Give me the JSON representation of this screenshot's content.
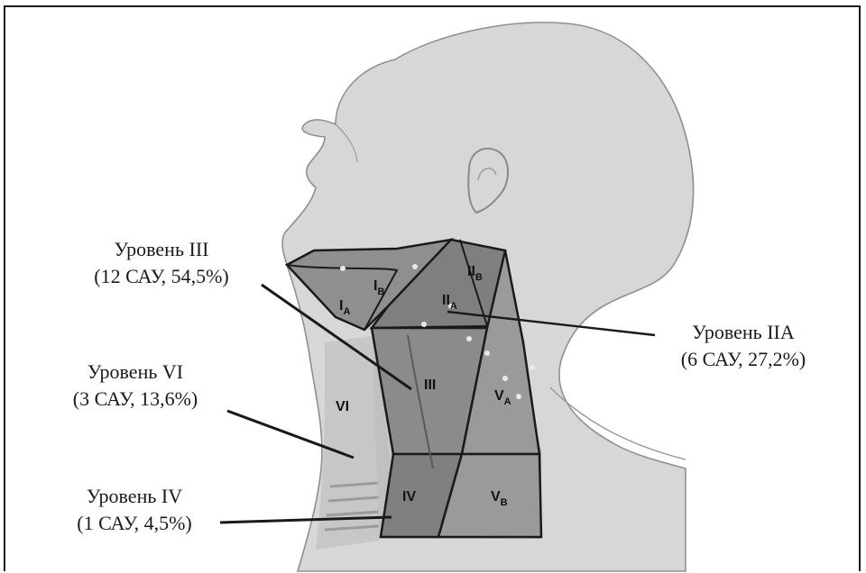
{
  "callouts": {
    "level_iii": {
      "line1": "Уровень III",
      "line2": "(12 САУ, 54,5%)"
    },
    "level_vi": {
      "line1": "Уровень VI",
      "line2": "(3 САУ, 13,6%)"
    },
    "level_iv": {
      "line1": "Уровень IV",
      "line2": "(1 САУ, 4,5%)"
    },
    "level_iia": {
      "line1": "Уровень IIA",
      "line2": "(6 САУ, 27,2%)"
    }
  },
  "zones": {
    "ia": {
      "main": "I",
      "sub": "A"
    },
    "ib": {
      "main": "I",
      "sub": "B"
    },
    "iia": {
      "main": "II",
      "sub": "A"
    },
    "iib": {
      "main": "II",
      "sub": "B"
    },
    "iii": {
      "main": "III"
    },
    "iv": {
      "main": "IV"
    },
    "va": {
      "main": "V",
      "sub": "A"
    },
    "vb": {
      "main": "V",
      "sub": "B"
    },
    "vi": {
      "main": "VI"
    }
  },
  "colors": {
    "skin": "#d4d4d4",
    "outline": "#8a8a8a",
    "zone_fill": "#8c8c8c",
    "zone_line": "#1a1a1a"
  }
}
